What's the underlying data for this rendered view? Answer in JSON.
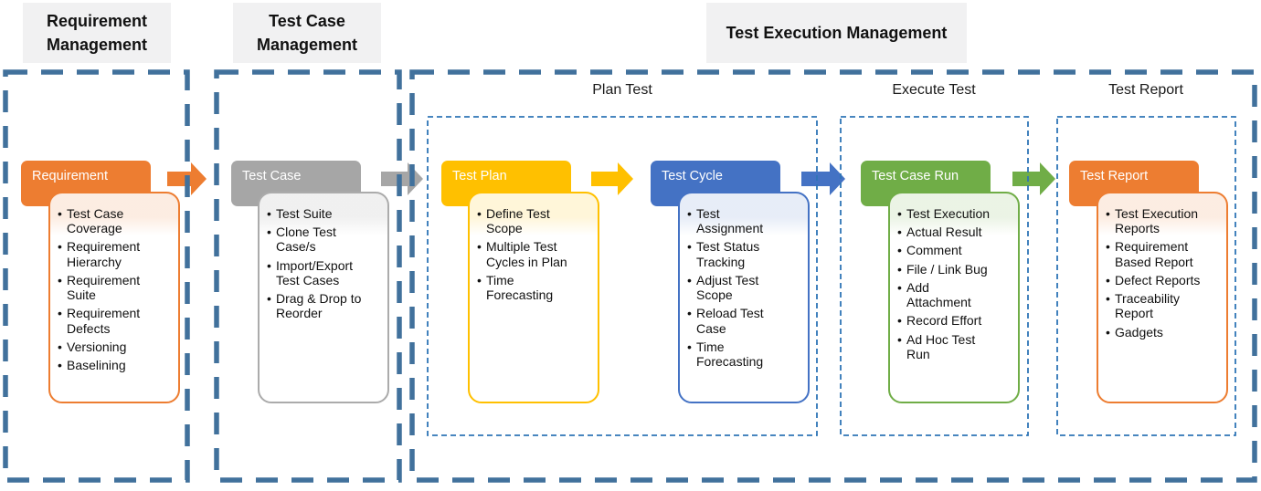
{
  "sections": [
    {
      "title": "Requirement Management"
    },
    {
      "title": "Test Case Management"
    },
    {
      "title": "Test Execution Management"
    }
  ],
  "phases": [
    {
      "label": "Plan Test"
    },
    {
      "label": "Execute Test"
    },
    {
      "label": "Test Report"
    }
  ],
  "cards": [
    {
      "title": "Requirement",
      "color": "#ED7D31",
      "items": [
        "Test Case Coverage",
        "Requirement Hierarchy",
        "Requirement Suite",
        "Requirement Defects",
        "Versioning",
        "Baselining"
      ]
    },
    {
      "title": "Test Case",
      "color": "#A6A6A6",
      "items": [
        "Test Suite",
        "Clone Test Case/s",
        "Import/Export Test Cases",
        "Drag & Drop to Reorder"
      ]
    },
    {
      "title": "Test Plan",
      "color": "#FFC000",
      "items": [
        "Define Test Scope",
        "Multiple Test Cycles in Plan",
        "Time Forecasting"
      ]
    },
    {
      "title": "Test Cycle",
      "color": "#4472C4",
      "items": [
        "Test Assignment",
        "Test Status Tracking",
        "Adjust Test Scope",
        "Reload Test Case",
        "Time Forecasting"
      ]
    },
    {
      "title": "Test Case Run",
      "color": "#70AD47",
      "items": [
        "Test Execution",
        "Actual Result",
        "Comment",
        "File / Link Bug",
        "Add Attachment",
        "Record Effort",
        "Ad Hoc Test Run"
      ]
    },
    {
      "title": "Test Report",
      "color": "#ED7D31",
      "items": [
        "Test Execution Reports",
        "Requirement Based Report",
        "Defect Reports",
        "Traceability Report",
        "Gadgets"
      ]
    }
  ],
  "colors": {
    "accent_orange": "#ED7D31",
    "accent_gray": "#A6A6A6",
    "accent_yellow": "#FFC000",
    "accent_blue": "#4472C4",
    "accent_green": "#70AD47",
    "dashed_boundary": "#41719C",
    "dotted_boundary": "#2E75B6",
    "section_label_bg": "#F1F1F2"
  }
}
